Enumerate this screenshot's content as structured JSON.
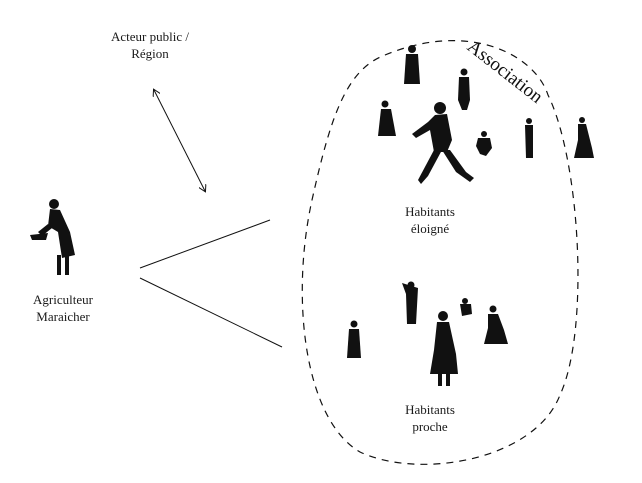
{
  "labels": {
    "acteur": [
      "Acteur public /",
      "Région"
    ],
    "agriculteur": [
      "Agriculteur",
      "Maraicher"
    ],
    "habitants_eloigne": [
      "Habitants",
      "éloigné"
    ],
    "habitants_proche": [
      "Habitants",
      "proche"
    ],
    "association": "Association"
  },
  "icons": {
    "person": "person-silhouette-icon",
    "child": "child-silhouette-icon"
  },
  "colors": {
    "ink": "#111111",
    "background": "#ffffff"
  }
}
